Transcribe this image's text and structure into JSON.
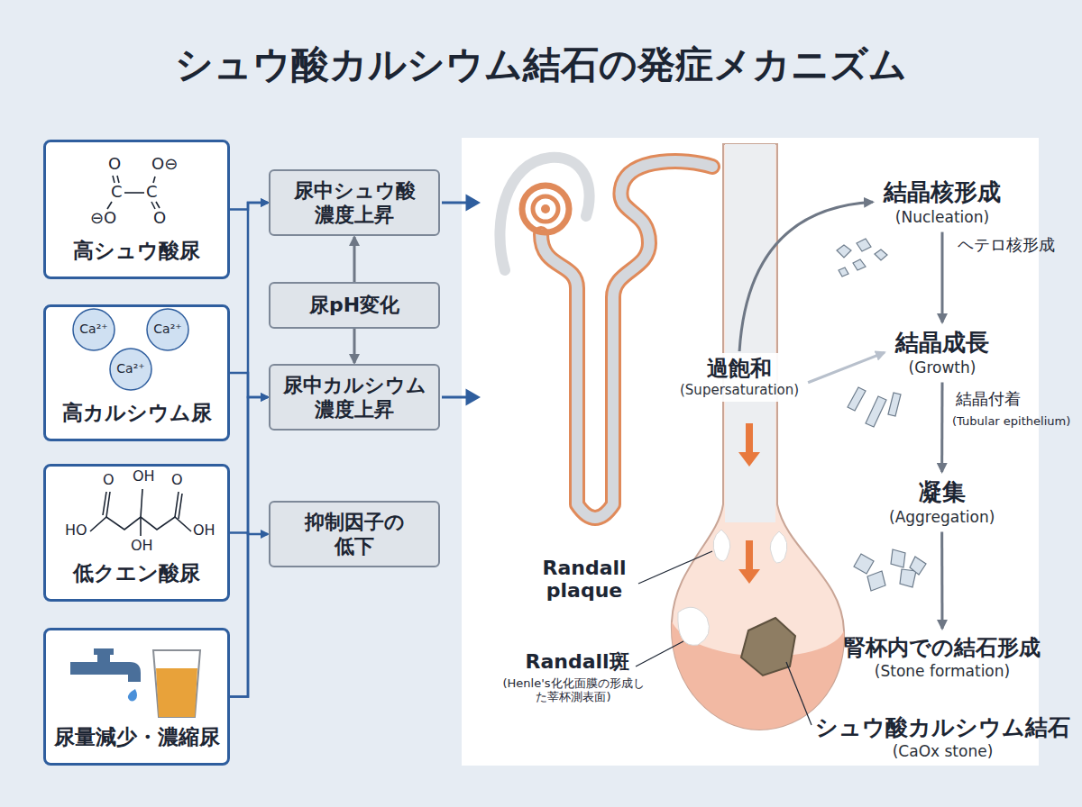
{
  "diagram": {
    "title": "シュウ酸カルシウム結石の発症メカニズム",
    "nodes": [
      {
        "text": [
          "高シュウ酸尿"
        ]
      },
      {
        "text": [
          "高カルシウム尿"
        ]
      },
      {
        "text": [
          "低クエン酸尿"
        ]
      },
      {
        "text": [
          "尿量減少・濃縮尿"
        ]
      },
      {
        "text": [
          "尿中シュウ酸濃度上昇"
        ]
      },
      {
        "text": [
          "尿pH変化"
        ]
      },
      {
        "text": [
          "尿中カルシウム濃度上昇"
        ]
      },
      {
        "text": [
          "抑制因子の低下"
        ]
      },
      {
        "text": [
          "過飽和",
          "(Supersaturation)"
        ]
      },
      {
        "text": [
          "結晶核形成",
          "(Nucleation)"
        ]
      },
      {
        "text": [
          "結晶成長",
          "(Growth)"
        ]
      },
      {
        "text": [
          "凝集",
          "(Aggregation)"
        ]
      },
      {
        "text": [
          "腎杯内での結石形成",
          "(Stone formation)"
        ]
      },
      {
        "text": [
          "シュウ酸カルシウム結石",
          "(CaOx stone)"
        ]
      }
    ],
    "edges": [
      {
        "from": 0,
        "to": 4,
        "arrow": "to"
      },
      {
        "from": 1,
        "to": 6,
        "arrow": "to"
      },
      {
        "from": 2,
        "to": 7,
        "arrow": "to"
      },
      {
        "from": 3,
        "to": 4,
        "arrow": "to"
      },
      {
        "from": 3,
        "to": 6,
        "arrow": "to"
      },
      {
        "from": 5,
        "to": 4,
        "arrow": "to"
      },
      {
        "from": 5,
        "to": 6,
        "arrow": "to"
      },
      {
        "from": 8,
        "to": 9,
        "arrow": "to"
      },
      {
        "from": 8,
        "to": 10,
        "arrow": "to"
      },
      {
        "from": 9,
        "to": 10,
        "arrow": "to"
      },
      {
        "from": 10,
        "to": 11,
        "arrow": "to"
      },
      {
        "from": 11,
        "to": 12,
        "arrow": "to"
      }
    ],
    "labels": [
      "O",
      "O⊖",
      "C",
      "C",
      "⊖O",
      "O",
      "Ca²⁺",
      "Ca²⁺",
      "Ca²⁺",
      "O",
      "OH",
      "O",
      "HO",
      "OH",
      "OH",
      "ヘテロ核形成",
      "結晶付着",
      "(Tubular epithelium)",
      "Randall plaque",
      "Randall斑",
      "(Henle's化化面膜の形成した莘杯測表面)"
    ]
  }
}
